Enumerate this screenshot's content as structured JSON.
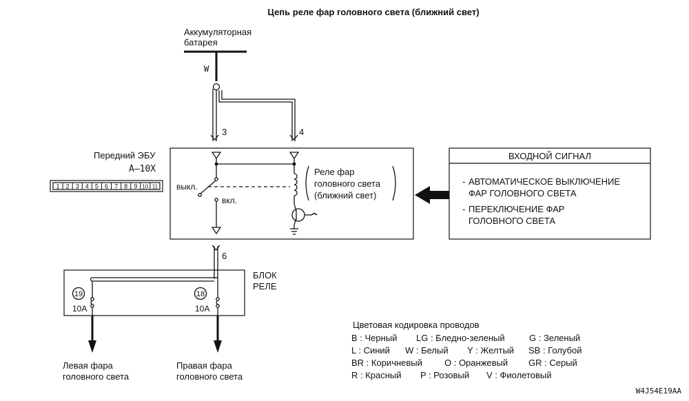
{
  "title": "Цепь реле фар головного света (ближний свет)",
  "battery": {
    "label_line1": "Аккумуляторная",
    "label_line2": "батарея",
    "wire_color": "W"
  },
  "pins": {
    "pin3": "3",
    "pin4": "4",
    "pin6": "6"
  },
  "ecu": {
    "label": "Передний ЭБУ",
    "connector": "A–10X",
    "connector_pins": [
      "1",
      "2",
      "3",
      "4",
      "5",
      "6",
      "7",
      "8",
      "9",
      "10",
      "11"
    ],
    "switch_off": "выкл.",
    "switch_on": "вкл."
  },
  "relay": {
    "line1": "Реле фар",
    "line2": "головного света",
    "line3": "(ближний свет)"
  },
  "input_signal": {
    "header": "ВХОДНОЙ СИГНАЛ",
    "item1_line1": "АВТОМАТИЧЕСКОЕ ВЫКЛЮЧЕНИЕ",
    "item1_line2": "ФАР ГОЛОВНОГО СВЕТА",
    "item2_line1": "ПЕРЕКЛЮЧЕНИЕ ФАР",
    "item2_line2": "ГОЛОВНОГО СВЕТА",
    "bullet": "-"
  },
  "relay_block": {
    "line1": "БЛОК",
    "line2": "РЕЛЕ",
    "fuse_left": {
      "number": "19",
      "rating": "10A"
    },
    "fuse_right": {
      "number": "18",
      "rating": "10A"
    }
  },
  "outputs": {
    "left_line1": "Левая фара",
    "left_line2": "головного света",
    "right_line1": "Правая фара",
    "right_line2": "головного света"
  },
  "legend": {
    "title": "Цветовая кодировка проводов",
    "rows": [
      [
        "B : Черный",
        "LG : Бледно-зеленый",
        "G : Зеленый"
      ],
      [
        "L : Синий",
        "W : Белый",
        "Y : Желтый",
        "SB : Голубой"
      ],
      [
        "BR : Коричневый",
        "O : Оранжевый",
        "GR : Серый"
      ],
      [
        "R : Красный",
        "P : Розовый",
        "V : Фиолетовый"
      ]
    ]
  },
  "figure_code": "W4J54E19AA"
}
